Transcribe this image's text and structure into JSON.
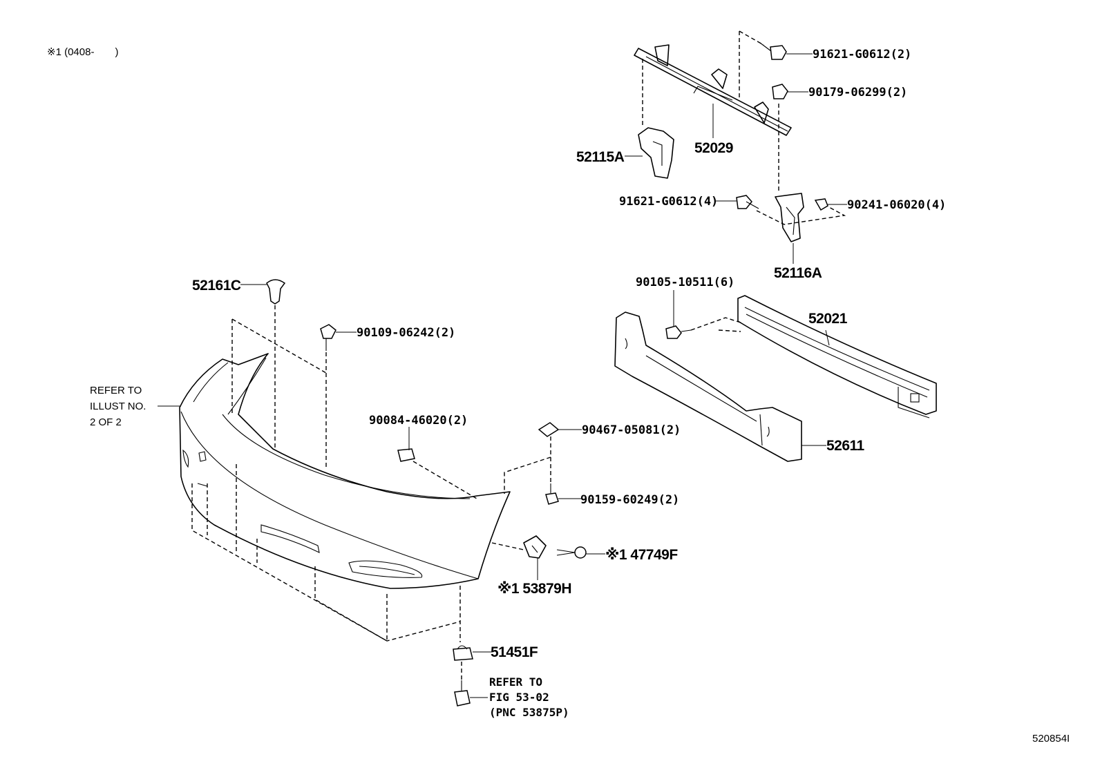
{
  "header_note": "※1 (0408-　　)",
  "footer_code": "520854I",
  "labels": {
    "p91621_top": "91621-G0612(2)",
    "p90179": "90179-06299(2)",
    "p52029": "52029",
    "p52115A": "52115A",
    "p91621_mid": "91621-G0612(4)",
    "p90241": "90241-06020(4)",
    "p52116A": "52116A",
    "p90105": "90105-10511(6)",
    "p52021": "52021",
    "p52611": "52611",
    "p52161C": "52161C",
    "p90109": "90109-06242(2)",
    "refer_illust": [
      "REFER TO",
      "ILLUST NO.",
      "2 OF 2"
    ],
    "p90084": "90084-46020(2)",
    "p90467": "90467-05081(2)",
    "p90159": "90159-60249(2)",
    "p47749F": "※1 47749F",
    "p53879H": "※1 53879H",
    "p51451F": "51451F",
    "refer_fig": [
      "REFER TO",
      "FIG 53-02",
      "(PNC 53875P)"
    ]
  }
}
